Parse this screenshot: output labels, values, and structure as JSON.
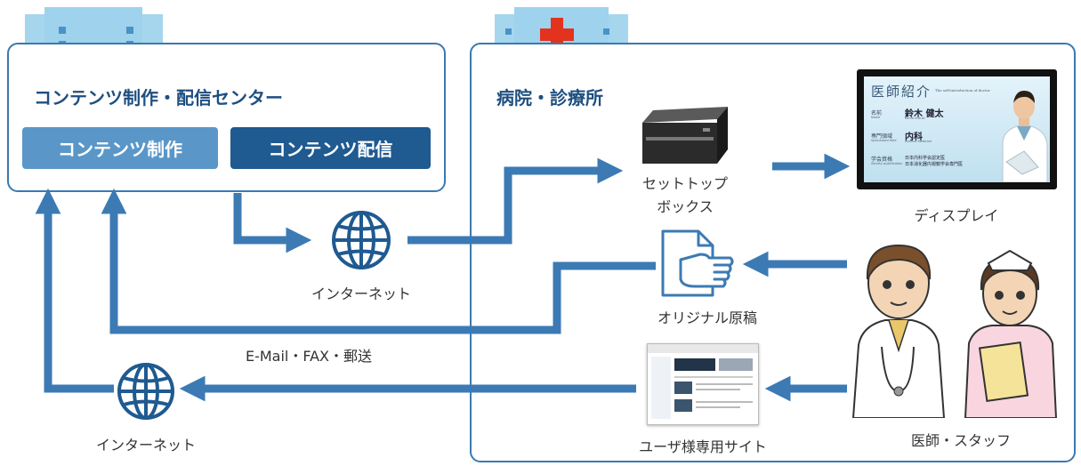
{
  "center": {
    "title": "コンテンツ制作・配信センター",
    "btn_production": "コンテンツ制作",
    "btn_delivery": "コンテンツ配信"
  },
  "hospital": {
    "title": "病院・診療所"
  },
  "labels": {
    "internet_top": "インターネット",
    "internet_bottom": "インターネット",
    "stb_line1": "セットトップ",
    "stb_line2": "ボックス",
    "display": "ディスプレイ",
    "original": "オリジナル原稿",
    "email_fax": "E-Mail・FAX・郵送",
    "user_site": "ユーザ様専用サイト",
    "doctor_staff": "医師・スタッフ"
  },
  "display_screen": {
    "heading": "医師紹介",
    "subheading": "The self-introduction of doctor",
    "rows": [
      {
        "label": "名前",
        "sublabel": "Name",
        "value": "鈴木 健太",
        "subvalue": "Kenta Suzuki"
      },
      {
        "label": "専門領域",
        "sublabel": "Specialized field",
        "value": "内科",
        "subvalue": "Internal Medicine"
      },
      {
        "label": "学会資格",
        "sublabel": "Society qualification",
        "value": "日本内科学会認定医",
        "subvalue": "日本消化器内視鏡学会専門医"
      }
    ]
  },
  "colors": {
    "arrow": "#3c7ab4",
    "panel_border": "#3a79b0",
    "btn_light": "#5a97c8",
    "btn_dark": "#1f5a90",
    "building": "#9fd2ec",
    "cross": "#e2331e"
  }
}
